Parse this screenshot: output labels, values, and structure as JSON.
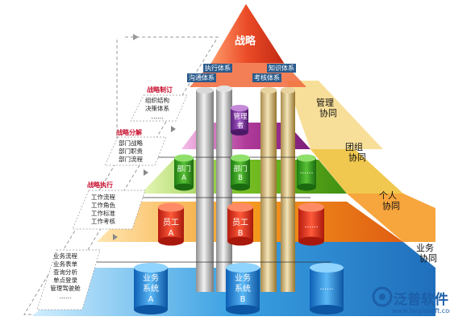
{
  "apex": "战略",
  "top_tags": [
    {
      "text": "执行体系"
    },
    {
      "text": "沟通体系"
    },
    {
      "text": "知识体系"
    },
    {
      "text": "考核体系"
    }
  ],
  "layers": [
    {
      "line1": "管理",
      "line2": "协同"
    },
    {
      "line1": "团组",
      "line2": "协同"
    },
    {
      "line1": "个人",
      "line2": "协同"
    },
    {
      "line1": "业务",
      "line2": "协同"
    }
  ],
  "left_stages": [
    {
      "head": "战略制订",
      "items": [
        "组织结构",
        "决策体系",
        "……"
      ]
    },
    {
      "head": "战略分解",
      "items": [
        "部门战略",
        "部门职责",
        "部门流程"
      ]
    },
    {
      "head": "战略执行",
      "items": [
        "工作流程",
        "工作角色",
        "工作标准",
        "工作考核"
      ]
    },
    {
      "head": "",
      "items": [
        "业务流程",
        "业务表单",
        "查询分析",
        "单点登录",
        "管理驾驶舱",
        "……"
      ]
    }
  ],
  "cylinders": {
    "manager": {
      "line1": "管理",
      "line2": "者"
    },
    "depts": [
      {
        "line1": "部门",
        "line2": "A"
      },
      {
        "line1": "部门",
        "line2": "B"
      },
      {
        "line1": "……",
        "line2": ""
      }
    ],
    "staff": [
      {
        "line1": "员工",
        "line2": "A"
      },
      {
        "line1": "员工",
        "line2": "B"
      },
      {
        "line1": "……",
        "line2": ""
      }
    ],
    "systems": [
      {
        "line1": "业务",
        "line2": "系统",
        "line3": "A"
      },
      {
        "line1": "业务",
        "line2": "系统",
        "line3": "B"
      },
      {
        "line1": "……",
        "line2": "",
        "line3": ""
      }
    ]
  },
  "logo": {
    "name": "泛普软件",
    "url": "www.fanpusoft.com"
  },
  "colors": {
    "apex": "#e9472a",
    "mgmt_band": "#8e2d8a",
    "team_band": "#7bbf2a",
    "person_band": "#f39a1e",
    "business_band": "#2a8fd4",
    "dept_cyl": "#3aa52a",
    "staff_cyl": "#e33b1f",
    "system_cyl": "#1f7fd6",
    "manager_cyl": "#7a3a9a"
  }
}
